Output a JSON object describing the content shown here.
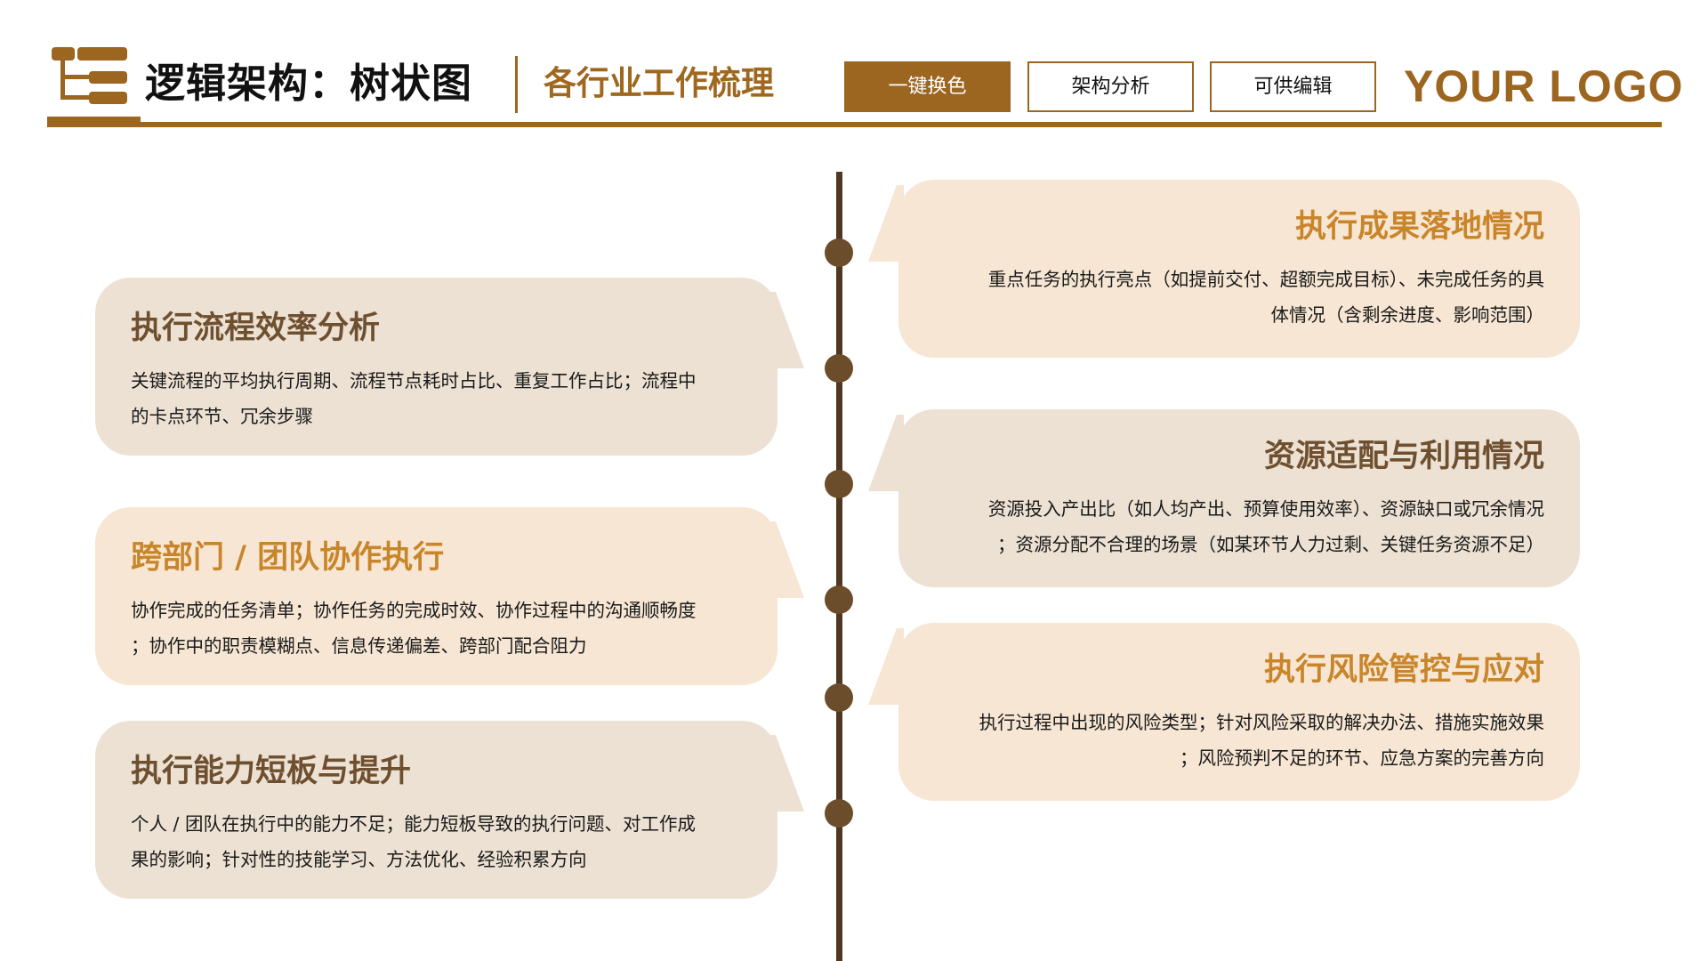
{
  "header": {
    "title": "逻辑架构：树状图",
    "subtitle": "各行业工作梳理",
    "buttons": [
      {
        "label": "一键换色",
        "style": "primary"
      },
      {
        "label": "架构分析",
        "style": "outline"
      },
      {
        "label": "可供编辑",
        "style": "outline"
      }
    ],
    "logo": "YOUR LOGO",
    "icon": "tree-structure-icon"
  },
  "colors": {
    "accent": "#9c6520",
    "timeline": "#4e3820",
    "dot": "#6b4d2c",
    "card_beige": "#ece1d3",
    "card_peach": "#f6e6d3",
    "title_brown": "#6e5030",
    "title_orange": "#c98529"
  },
  "left_cards": [
    {
      "title": "执行流程效率分析",
      "lines": [
        "关键流程的平均执行周期、流程节点耗时占比、重复工作占比；流程中",
        "的卡点环节、冗余步骤"
      ],
      "style": "beige"
    },
    {
      "title": "跨部门 / 团队协作执行",
      "lines": [
        "协作完成的任务清单；协作任务的完成时效、协作过程中的沟通顺畅度",
        "；协作中的职责模糊点、信息传递偏差、跨部门配合阻力"
      ],
      "style": "peach"
    },
    {
      "title": "执行能力短板与提升",
      "lines": [
        "个人 / 团队在执行中的能力不足；能力短板导致的执行问题、对工作成",
        "果的影响；针对性的技能学习、方法优化、经验积累方向"
      ],
      "style": "beige"
    }
  ],
  "right_cards": [
    {
      "title": "执行成果落地情况",
      "lines": [
        "重点任务的执行亮点（如提前交付、超额完成目标）、未完成任务的具",
        "体情况（含剩余进度、影响范围）"
      ],
      "style": "peach"
    },
    {
      "title": "资源适配与利用情况",
      "lines": [
        "资源投入产出比（如人均产出、预算使用效率）、资源缺口或冗余情况",
        "；资源分配不合理的场景（如某环节人力过剩、关键任务资源不足）"
      ],
      "style": "beige"
    },
    {
      "title": "执行风险管控与应对",
      "lines": [
        "执行过程中出现的风险类型；针对风险采取的解决办法、措施实施效果",
        "；风险预判不足的环节、应急方案的完善方向"
      ],
      "style": "peach"
    }
  ],
  "timeline": {
    "dot_count": 6
  }
}
